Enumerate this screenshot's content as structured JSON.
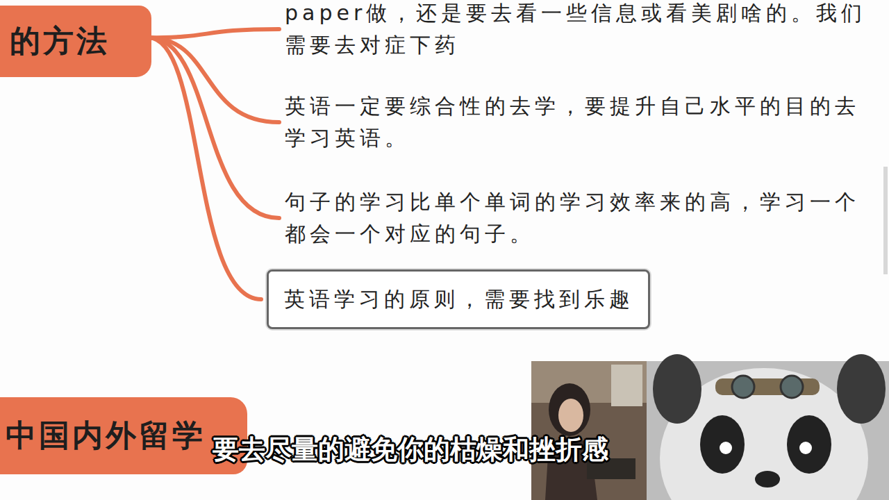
{
  "diagram": {
    "nodes": [
      {
        "text": [
          "的方法"
        ]
      },
      {
        "text": [
          "paper做，还是要去看一些信息或看美剧啥的。我们需要去对症下药"
        ]
      },
      {
        "text": [
          "英语一定要综合性的去学，要提升自己水平的目的去学习英语。"
        ]
      },
      {
        "text": [
          "句子的学习比单个单词的学习效率来的高，学习一个都会一个对应的句子。"
        ]
      },
      {
        "text": [
          "英语学习的原则，需要找到乐趣"
        ]
      },
      {
        "text": [
          "中国内外留学"
        ]
      }
    ],
    "edges": [
      {
        "from": 0,
        "to": 1,
        "arrow": "none"
      },
      {
        "from": 0,
        "to": 2,
        "arrow": "none"
      },
      {
        "from": 0,
        "to": 3,
        "arrow": "none"
      },
      {
        "from": 0,
        "to": 4,
        "arrow": "none"
      }
    ],
    "labels": [
      "要去尽量的避免你的枯燥和挫折感"
    ]
  }
}
